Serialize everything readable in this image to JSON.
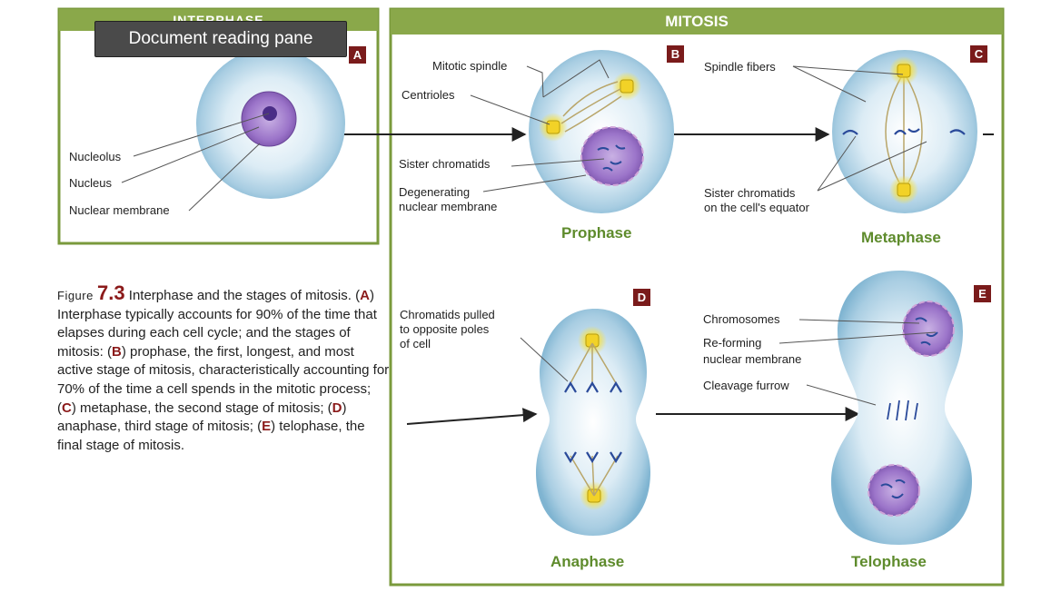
{
  "tooltip": "Document reading pane",
  "panels": {
    "interphase_header": "INTERPHASE",
    "mitosis_header": "MITOSIS"
  },
  "badges": {
    "a": "A",
    "b": "B",
    "c": "C",
    "d": "D",
    "e": "E"
  },
  "stages": {
    "prophase": "Prophase",
    "metaphase": "Metaphase",
    "anaphase": "Anaphase",
    "telophase": "Telophase"
  },
  "labels": {
    "nucleolus": "Nucleolus",
    "nucleus": "Nucleus",
    "nuclear_membrane": "Nuclear membrane",
    "mitotic_spindle": "Mitotic spindle",
    "centrioles": "Centrioles",
    "sister_chromatids": "Sister chromatids",
    "degenerating_1": "Degenerating",
    "degenerating_2": "nuclear membrane",
    "spindle_fibers": "Spindle fibers",
    "sister_equator_1": "Sister chromatids",
    "sister_equator_2": "on the cell's equator",
    "chromatids_pulled_1": "Chromatids pulled",
    "chromatids_pulled_2": "to opposite poles",
    "chromatids_pulled_3": "of cell",
    "chromosomes": "Chromosomes",
    "reforming_1": "Re-forming",
    "reforming_2": "nuclear membrane",
    "cleavage_furrow": "Cleavage furrow"
  },
  "caption": {
    "figure_word": "Figure",
    "figure_number": "7.3",
    "intro": " Interphase and the stages of mitosis. (",
    "ref_a": "A",
    "text_a": ") Interphase typically accounts for 90% of the time that elapses during each cell cycle; and the stages of mitosis: (",
    "ref_b": "B",
    "text_b": ") prophase, the first, longest, and most active stage of mitosis, characteristically accounting for 70% of the time a cell spends in the mitotic process; (",
    "ref_c": "C",
    "text_c": ") metaphase, the second stage of mitosis; (",
    "ref_d": "D",
    "text_d": ") anaphase, third stage of mitosis; (",
    "ref_e": "E",
    "text_e": ") telophase, the final stage of mitosis."
  },
  "colors": {
    "frame_green": "#7a9a3c",
    "header_green": "#8aa84a",
    "badge_red": "#7a1b1b",
    "stage_green": "#5e8b2c",
    "nucleus_purple": "#8a5fb8",
    "centriole_yellow": "#f2d227"
  }
}
